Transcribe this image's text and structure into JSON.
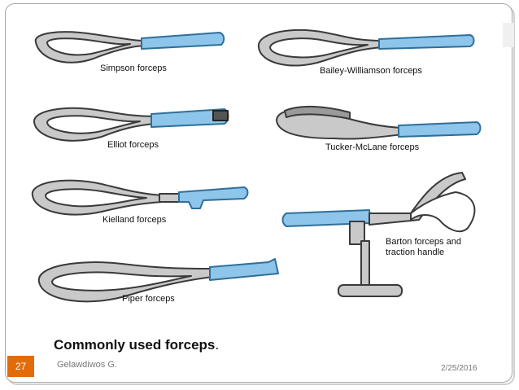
{
  "slide": {
    "caption": "Commonly used forceps",
    "caption_punct": ".",
    "page_number": "27",
    "author": "Gelawdiwos G.",
    "date": "2/25/2016"
  },
  "instruments": [
    {
      "label": "Simpson forceps"
    },
    {
      "label": "Bailey-Williamson forceps"
    },
    {
      "label": "Elliot forceps"
    },
    {
      "label": "Tucker-McLane forceps"
    },
    {
      "label": "Kielland forceps"
    },
    {
      "label": "Barton forceps and"
    },
    {
      "label": "traction handle"
    },
    {
      "label": "Piper forceps"
    }
  ],
  "colors": {
    "metal_fill": "#c9c9c9",
    "metal_stroke": "#3a3a3a",
    "handle_fill": "#8ec5ea",
    "handle_stroke": "#2f6f9a",
    "badge": "#e36c0a",
    "frame": "#a6a6a6"
  }
}
